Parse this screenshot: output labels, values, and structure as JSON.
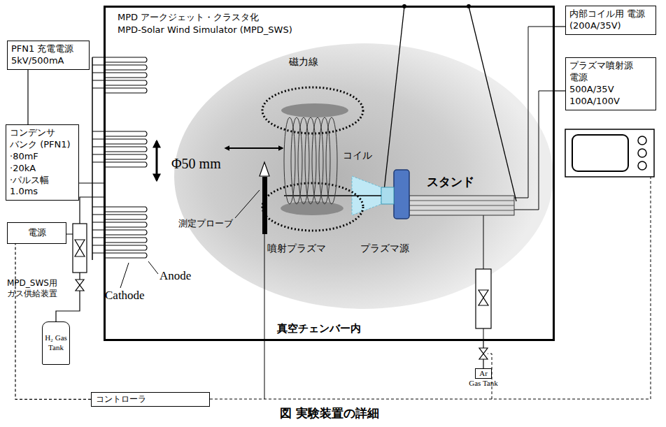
{
  "diagram": {
    "caption": "図 実験装置の詳細",
    "nodes": [
      {
        "text": [
          "MPD アークジェット・クラスタ化",
          "MPD-Solar Wind Simulator (MPD_SWS)",
          "真空チェンバー内"
        ]
      },
      {
        "text": [
          "PFN1 充電電源",
          "5kV/500mA"
        ]
      },
      {
        "text": [
          "コンデンサ バンク (PFN1)",
          "·80mF",
          "·20kA",
          "·パルス幅 1.0ms"
        ]
      },
      {
        "text": [
          "電源"
        ]
      },
      {
        "text": [
          "H₂ Gas Tank"
        ]
      },
      {
        "text": [
          "内部コイル用 電源(200A/35V)"
        ]
      },
      {
        "text": [
          "プラズマ噴射源 電源",
          "500A/35V",
          "100A/100V"
        ]
      },
      {
        "text": [
          "コントローラ"
        ]
      },
      {
        "text": [
          "Ar",
          "Gas Tank"
        ]
      }
    ],
    "edges": [
      {
        "from": 1,
        "to": 2,
        "arrow": "none"
      },
      {
        "from": 2,
        "to": 0,
        "arrow": "none"
      },
      {
        "from": 4,
        "to": 0,
        "arrow": "none"
      },
      {
        "from": 8,
        "to": 0,
        "arrow": "none"
      },
      {
        "from": 5,
        "to": 0,
        "arrow": "none"
      },
      {
        "from": 6,
        "to": 0,
        "arrow": "none"
      },
      {
        "from": 7,
        "to": 3,
        "arrow": "none"
      }
    ],
    "labels": [
      "磁力線",
      "コイル",
      "Φ50 mm",
      "測定プローブ",
      "噴射プラズマ",
      "プラズマ源",
      "スタンド",
      "Anode",
      "Cathode",
      "MPD_SWS用 ガス供給装置"
    ]
  }
}
